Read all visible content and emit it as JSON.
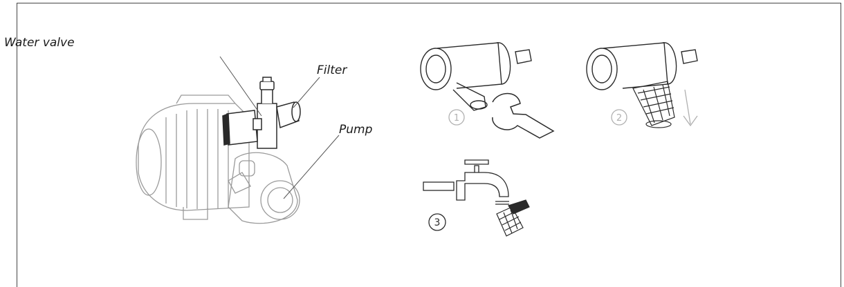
{
  "labels": {
    "water_valve": "Water valve",
    "filter": "Filter",
    "pump": "Pump"
  },
  "steps": {
    "step1": "1",
    "step2": "2",
    "step3": "3"
  },
  "colors": {
    "line": "#2a2a2a",
    "faint": "#9a9a9a",
    "frame": "#444444"
  }
}
